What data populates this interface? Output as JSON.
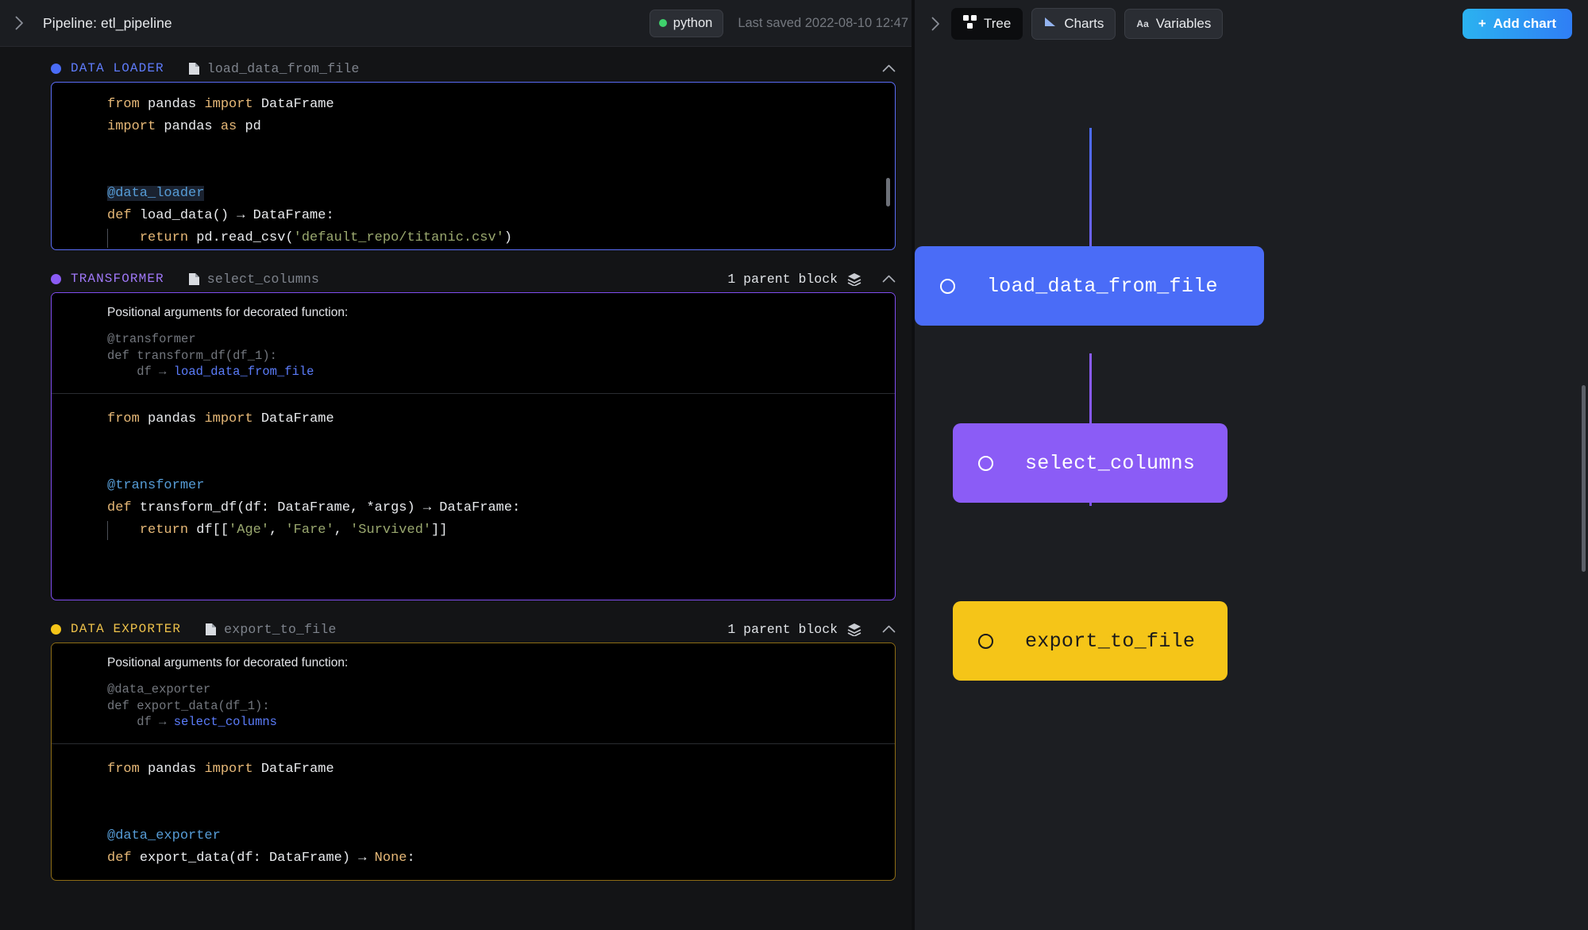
{
  "header": {
    "collapse_left_icon": "chevron-right-icon",
    "title": "Pipeline: etl_pipeline",
    "language_label": "python",
    "language_status_icon": "green-status-dot",
    "last_saved": "Last saved 2022-08-10 12:47",
    "collapse_right_icon": "chevron-right-icon"
  },
  "toolbar": {
    "tree_label": "Tree",
    "charts_label": "Charts",
    "variables_label": "Variables",
    "variables_icon_text": "Aa",
    "add_chart_label": "Add chart",
    "add_chart_plus": "+"
  },
  "colors": {
    "data_loader": "#4a6cf7",
    "transformer": "#8b5cf6",
    "data_exporter": "#f5c518",
    "accent_blue": "#2f7ef5",
    "green": "#3fd16c",
    "panel_bg": "#1c1e22",
    "editor_bg": "#000000"
  },
  "blocks": [
    {
      "type_label": "DATA LOADER",
      "file_name": "load_data_from_file",
      "color": "#4a6cf7",
      "parent_label": null,
      "docstring": null,
      "code": [
        [
          {
            "t": "from ",
            "c": "kw"
          },
          {
            "t": "pandas ",
            "c": "plain"
          },
          {
            "t": "import ",
            "c": "kw"
          },
          {
            "t": "DataFrame",
            "c": "plain"
          }
        ],
        [
          {
            "t": "import ",
            "c": "kw"
          },
          {
            "t": "pandas ",
            "c": "plain"
          },
          {
            "t": "as ",
            "c": "kw"
          },
          {
            "t": "pd",
            "c": "plain"
          }
        ],
        [],
        [],
        [
          {
            "t": "@data_loader",
            "c": "dec-hl"
          }
        ],
        [
          {
            "t": "def ",
            "c": "kw"
          },
          {
            "t": "load_data() → DataFrame:",
            "c": "plain"
          }
        ],
        [
          {
            "t": "    ",
            "c": "plain"
          },
          {
            "t": "return ",
            "c": "kw"
          },
          {
            "t": "pd.read_csv(",
            "c": "plain"
          },
          {
            "t": "'default_repo/titanic.csv'",
            "c": "str"
          },
          {
            "t": ")",
            "c": "plain"
          }
        ]
      ]
    },
    {
      "type_label": "TRANSFORMER",
      "file_name": "select_columns",
      "color": "#8b5cf6",
      "parent_label": "1 parent block",
      "docstring": {
        "title": "Positional arguments for decorated function:",
        "lines": [
          [
            {
              "t": "@transformer",
              "c": "doc"
            }
          ],
          [
            {
              "t": "def transform_df(df_1):",
              "c": "doc"
            }
          ],
          [
            {
              "t": "    df ",
              "c": "doc"
            },
            {
              "t": "→ ",
              "c": "doc-arrow"
            },
            {
              "t": "load_data_from_file",
              "c": "doc-link"
            }
          ]
        ]
      },
      "code": [
        [
          {
            "t": "from ",
            "c": "kw"
          },
          {
            "t": "pandas ",
            "c": "plain"
          },
          {
            "t": "import ",
            "c": "kw"
          },
          {
            "t": "DataFrame",
            "c": "plain"
          }
        ],
        [],
        [],
        [
          {
            "t": "@transformer",
            "c": "dec"
          }
        ],
        [
          {
            "t": "def ",
            "c": "kw"
          },
          {
            "t": "transform_df(df: DataFrame, *args) → DataFrame:",
            "c": "plain"
          }
        ],
        [
          {
            "t": "    ",
            "c": "plain"
          },
          {
            "t": "return ",
            "c": "kw"
          },
          {
            "t": "df[[",
            "c": "plain"
          },
          {
            "t": "'Age'",
            "c": "str"
          },
          {
            "t": ", ",
            "c": "plain"
          },
          {
            "t": "'Fare'",
            "c": "str"
          },
          {
            "t": ", ",
            "c": "plain"
          },
          {
            "t": "'Survived'",
            "c": "str"
          },
          {
            "t": "]]",
            "c": "plain"
          }
        ]
      ]
    },
    {
      "type_label": "DATA EXPORTER",
      "file_name": "export_to_file",
      "color": "#f5c518",
      "parent_label": "1 parent block",
      "docstring": {
        "title": "Positional arguments for decorated function:",
        "lines": [
          [
            {
              "t": "@data_exporter",
              "c": "doc"
            }
          ],
          [
            {
              "t": "def export_data(df_1):",
              "c": "doc"
            }
          ],
          [
            {
              "t": "    df ",
              "c": "doc"
            },
            {
              "t": "→ ",
              "c": "doc-arrow"
            },
            {
              "t": "select_columns",
              "c": "doc-link"
            }
          ]
        ]
      },
      "code": [
        [
          {
            "t": "from ",
            "c": "kw"
          },
          {
            "t": "pandas ",
            "c": "plain"
          },
          {
            "t": "import ",
            "c": "kw"
          },
          {
            "t": "DataFrame",
            "c": "plain"
          }
        ],
        [],
        [],
        [
          {
            "t": "@data_exporter",
            "c": "dec"
          }
        ],
        [
          {
            "t": "def ",
            "c": "kw"
          },
          {
            "t": "export_data(df: DataFrame) → ",
            "c": "plain"
          },
          {
            "t": "None",
            "c": "none"
          },
          {
            "t": ":",
            "c": "plain"
          }
        ]
      ]
    }
  ],
  "tree": {
    "nodes": [
      {
        "label": "load_data_from_file",
        "color": "#4a6cf7",
        "text_dark": false
      },
      {
        "label": "select_columns",
        "color": "#8b5cf6",
        "text_dark": false
      },
      {
        "label": "export_to_file",
        "color": "#f5c518",
        "text_dark": true
      }
    ]
  }
}
